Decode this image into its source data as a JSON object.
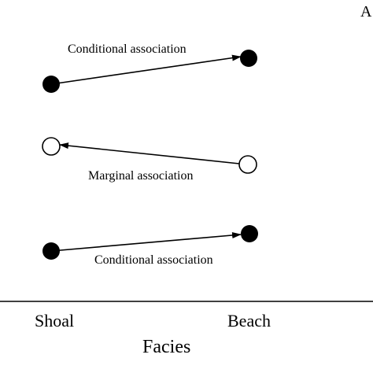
{
  "panel_label": "A",
  "associations": {
    "top": "Conditional association",
    "middle": "Marginal association",
    "bottom": "Conditional association"
  },
  "axis": {
    "categories": [
      "Shoal",
      "Beach"
    ],
    "title": "Facies"
  },
  "colors": {
    "ink": "#000000",
    "open_marker_fill": "#ffffff"
  }
}
